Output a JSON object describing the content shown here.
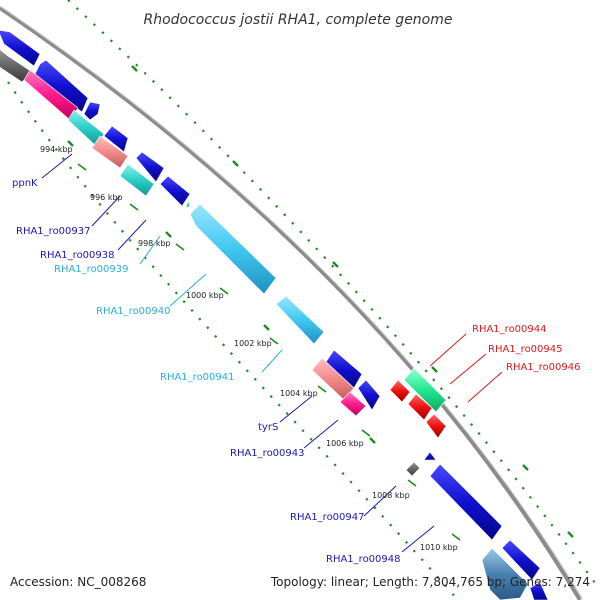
{
  "title": "Rhodococcus jostii RHA1, complete genome",
  "footer": {
    "accession": "Accession: NC_008268",
    "topology": "Topology: linear; Length: 7,804,765 bp; Genes: 7,274"
  },
  "scale_ticks": [
    "994 kbp",
    "996 kbp",
    "998 kbp",
    "1000 kbp",
    "1002 kbp",
    "1004 kbp",
    "1006 kbp",
    "1008 kbp",
    "1010 kbp"
  ],
  "gene_labels": [
    {
      "text": "ppnK",
      "color": "#1a1ab3"
    },
    {
      "text": "RHA1_ro00937",
      "color": "#1a1ab3"
    },
    {
      "text": "RHA1_ro00938",
      "color": "#1a1ab3"
    },
    {
      "text": "RHA1_ro00939",
      "color": "#2ab0d8"
    },
    {
      "text": "RHA1_ro00940",
      "color": "#2ab0d8"
    },
    {
      "text": "RHA1_ro00941",
      "color": "#2ab0d8"
    },
    {
      "text": "tyrS",
      "color": "#1a1ab3"
    },
    {
      "text": "RHA1_ro00943",
      "color": "#1a1ab3"
    },
    {
      "text": "RHA1_ro00944",
      "color": "#e01a1a"
    },
    {
      "text": "RHA1_ro00945",
      "color": "#e01a1a"
    },
    {
      "text": "RHA1_ro00946",
      "color": "#e01a1a"
    },
    {
      "text": "RHA1_ro00947",
      "color": "#1a1ab3"
    },
    {
      "text": "RHA1_ro00948",
      "color": "#1a1ab3"
    }
  ],
  "colors": {
    "backbone": "#8c8c8c",
    "grid_dots": "#1f8a1f",
    "blue_gene": "#1010d0",
    "sky_gene": "#40c8f0",
    "teal_gene": "#2ad0c8",
    "pink_gene": "#f28a8a",
    "magenta_gene": "#ff1a8c",
    "red_gene": "#ee1111",
    "green_gene": "#20e890",
    "gray_gene": "#666666",
    "steel_gene": "#4a80b0"
  }
}
